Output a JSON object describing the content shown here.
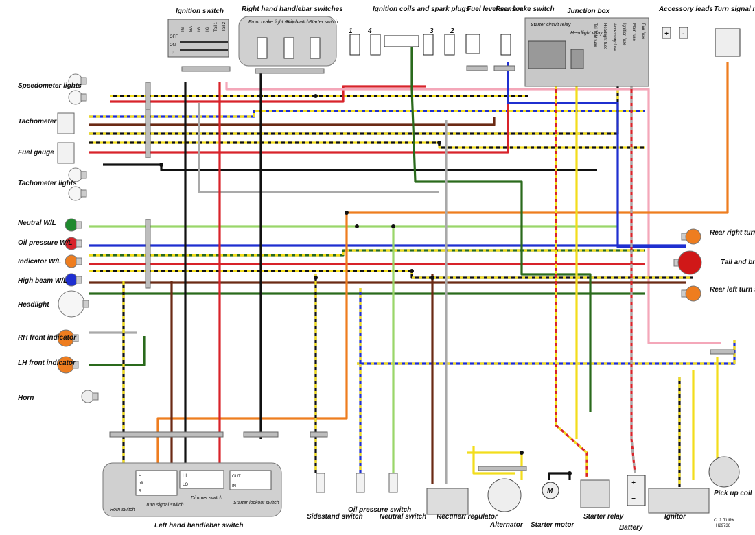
{
  "title_labels": {
    "ignition_switch": "Ignition switch",
    "rh_handlebar": "Right hand handlebar switches",
    "front_brake_light_switch": "Front brake light switch",
    "stop_switch": "Stop switch",
    "starter_switch": "Starter switch",
    "ignition_coils": "Ignition coils and spark plugs",
    "fuel_level_sensor": "Fuel level sensor",
    "rear_brake_switch": "Rear brake switch",
    "junction_box": "Junction box",
    "starter_circuit_relay": "Starter circuit relay",
    "headlight_relay": "Headlight relay",
    "accessory_leads": "Accessory leads",
    "turn_signal_relay": "Turn signal relay"
  },
  "left_labels": {
    "speedometer_lights": "Speedometer lights",
    "tachometer": "Tachometer",
    "fuel_gauge": "Fuel gauge",
    "tachometer_lights": "Tachometer lights",
    "neutral_wl": "Neutral W/L",
    "oil_pressure_wl": "Oil pressure W/L",
    "indicator_wl": "Indicator W/L",
    "high_beam_wl": "High beam W/L",
    "headlight": "Headlight",
    "rh_front_indicator": "RH front indicator",
    "lh_front_indicator": "LH front indicator",
    "horn": "Horn"
  },
  "right_labels": {
    "rear_right_turn": "Rear right turn signal",
    "tail_brake": "Tail and brake light",
    "rear_left_turn": "Rear left turn signal",
    "pickup_coil": "Pick up coil"
  },
  "bottom_labels": {
    "lh_handlebar": "Left hand handlebar switch",
    "horn_switch": "Horn switch",
    "turn_signal_switch": "Turn signal switch",
    "dimmer_switch": "Dimmer switch",
    "starter_lockout": "Starter lockout switch",
    "sidestand": "Sidestand switch",
    "oil_pressure_switch": "Oil pressure switch",
    "neutral_switch": "Neutral switch",
    "rectifier": "Rectifier/ regulator",
    "alternator": "Alternator",
    "starter_motor": "Starter motor",
    "starter_relay": "Starter relay",
    "battery": "Battery",
    "ignitor": "Ignitor"
  },
  "switch_text": {
    "ign_rows": [
      "OFF",
      "ON",
      "P"
    ],
    "ign_cols": [
      "IG",
      "BAT",
      "IG",
      "IG",
      "Tail 1",
      "Tail 2"
    ],
    "turn_rows": [
      "L",
      "off",
      "R"
    ],
    "dimmer_rows": [
      "HI",
      "LO"
    ],
    "lockout_rows": [
      "OUT",
      "IN"
    ],
    "coil_numbers": [
      "1",
      "4",
      "3",
      "2"
    ],
    "accessory_polarity": [
      "+",
      "-"
    ],
    "motor_symbol": "M",
    "battery_plus": "+",
    "battery_minus": "−"
  },
  "junction_fuses": [
    "Tail light fuse",
    "Headlight fuse",
    "Accessory fuse",
    "Ignition fuse",
    "Main fuse",
    "Fan fuse"
  ],
  "credit": [
    "C. J. TURK",
    "H29736"
  ],
  "colors": {
    "red": "#d8232a",
    "black": "#111111",
    "blue": "#1f2fd0",
    "yellow": "#f2dd1c",
    "green": "#1f8a2e",
    "dark_green": "#2a6a1c",
    "brown": "#6b2a14",
    "orange": "#ee7d1f",
    "pink": "#f4a7b9",
    "grey": "#a9a9a9",
    "light_green": "#9ad66a",
    "light_blue": "#7fb8ea"
  }
}
